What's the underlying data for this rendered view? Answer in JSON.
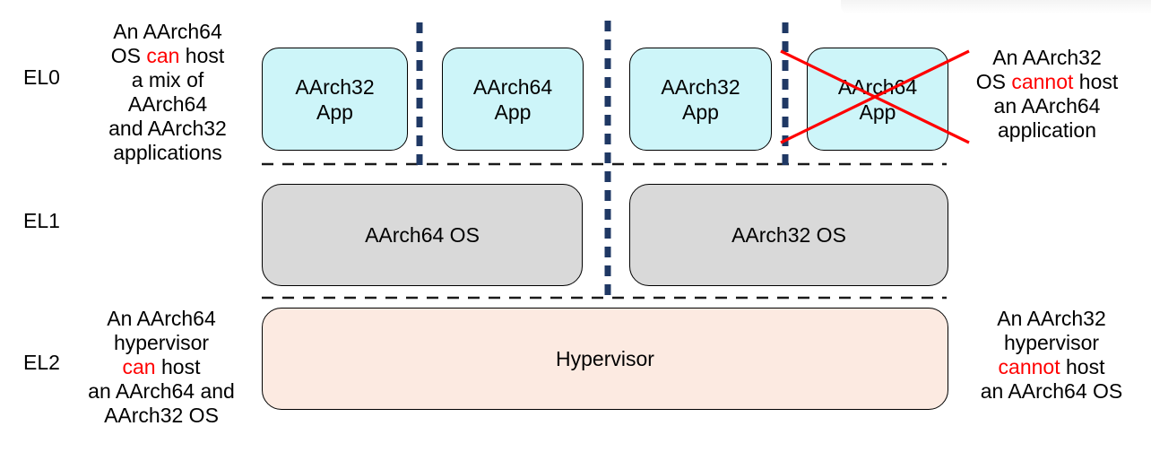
{
  "diagram": {
    "el_labels": {
      "el0": "EL0",
      "el1": "EL1",
      "el2": "EL2"
    },
    "apps": [
      {
        "line1": "AArch32",
        "line2": "App",
        "crossed_out": false
      },
      {
        "line1": "AArch64",
        "line2": "App",
        "crossed_out": false
      },
      {
        "line1": "AArch32",
        "line2": "App",
        "crossed_out": false
      },
      {
        "line1": "AArch64",
        "line2": "App",
        "crossed_out": true
      }
    ],
    "os_boxes": [
      {
        "label": "AArch64 OS"
      },
      {
        "label": "AArch32 OS"
      }
    ],
    "hypervisor_label": "Hypervisor",
    "annotations": {
      "el0_left": {
        "lines": [
          {
            "pre": "An AArch64"
          },
          {
            "pre": "OS ",
            "red": "can",
            "post": " host"
          },
          {
            "pre": "a mix of"
          },
          {
            "pre": "AArch64"
          },
          {
            "pre": "and AArch32"
          },
          {
            "pre": "applications"
          }
        ]
      },
      "el0_right": {
        "lines": [
          {
            "pre": "An AArch32"
          },
          {
            "pre": "OS ",
            "red": "cannot",
            "post": " host"
          },
          {
            "pre": "an AArch64"
          },
          {
            "pre": "application"
          }
        ]
      },
      "el2_left": {
        "lines": [
          {
            "pre": "An AArch64"
          },
          {
            "pre": "hypervisor"
          },
          {
            "red": "can",
            "post": " host"
          },
          {
            "pre": "an AArch64 and"
          },
          {
            "pre": "AArch32 OS"
          }
        ]
      },
      "el2_right": {
        "lines": [
          {
            "pre": "An AArch32"
          },
          {
            "pre": "hypervisor"
          },
          {
            "red": "cannot",
            "post": " host"
          },
          {
            "pre": "an AArch64 OS"
          }
        ]
      }
    },
    "colors": {
      "app_fill": "#cdf5f9",
      "os_fill": "#d9d9d9",
      "hypervisor_fill": "#fceae1",
      "divider_navy": "#1f3864",
      "cross_red": "#ff0000",
      "emphasis_red": "#ff0000"
    }
  }
}
